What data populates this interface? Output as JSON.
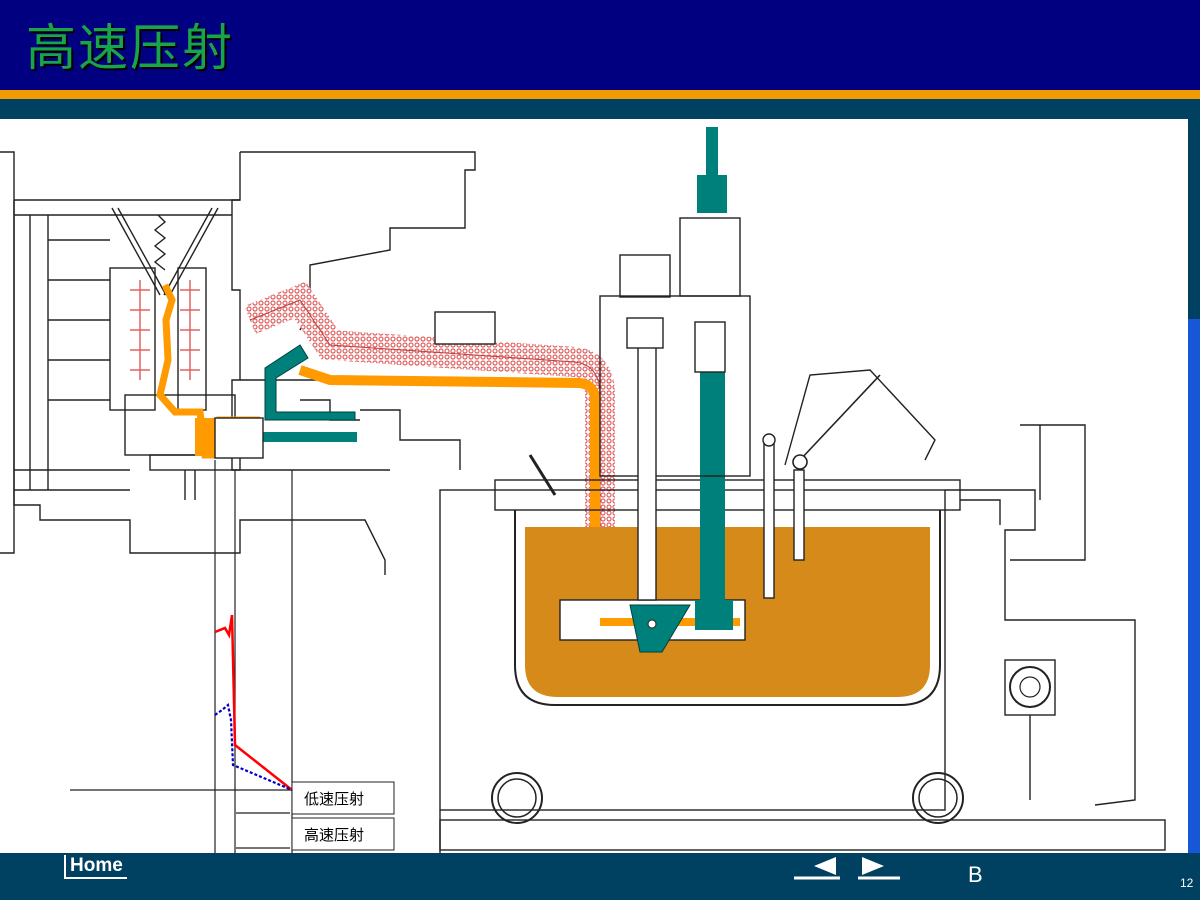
{
  "slide": {
    "title": "高速压射",
    "page_number": "12",
    "section_label": "B"
  },
  "diagram": {
    "labels": {
      "low_speed": "低速压射",
      "high_speed": "高速压射"
    }
  },
  "nav": {
    "home_label": "Home"
  },
  "colors": {
    "title_bar": "#000080",
    "title_text": "#19a34a",
    "accent_rule": "#f39a00",
    "background": "#004060",
    "molten_metal": "#d68a1a",
    "shot_path": "#ff9a00",
    "component_teal": "#00807a",
    "heater_coil": "#e06060",
    "pressure_curve_high": "#ff0000",
    "pressure_curve_low": "#0000cc"
  }
}
